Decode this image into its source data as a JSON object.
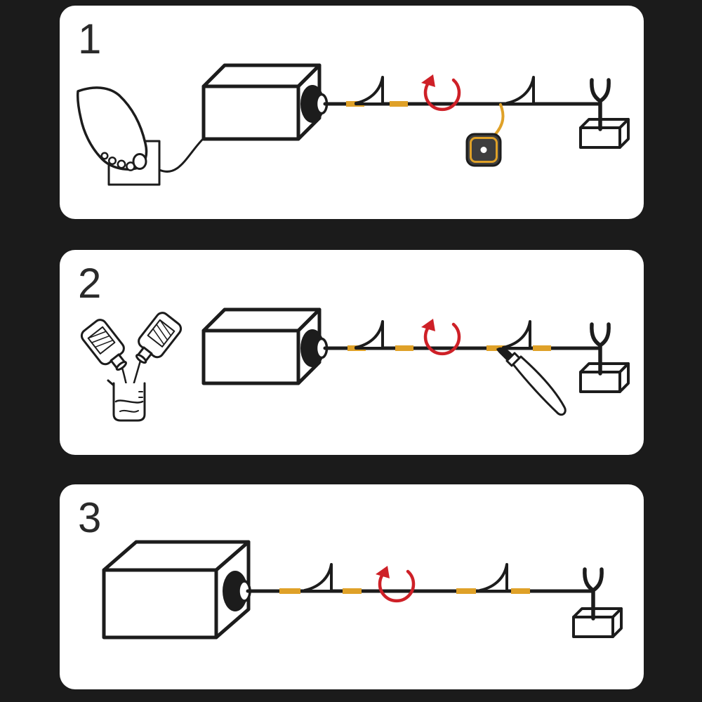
{
  "colors": {
    "background": "#1B1B1B",
    "panel": "#FFFFFF",
    "line": "#1C1C1C",
    "accent": "#DFA128",
    "arrow_red": "#CE2027",
    "tape_body": "#3E3E3E",
    "step_number": "#2A2A2A"
  },
  "steps": [
    {
      "number": "1",
      "icons": [
        "foot-icon",
        "foot-pedal-icon",
        "pedal-cable",
        "drive-motor-icon",
        "drive-shaft",
        "shaft-tape-marks",
        "rod-support-fin-icon",
        "rotation-arrow-icon",
        "tape-measure-icon",
        "fork-rest-icon"
      ]
    },
    {
      "number": "2",
      "icons": [
        "bottle-icon",
        "pour-stream",
        "beaker-icon",
        "drive-motor-icon",
        "drive-shaft",
        "shaft-tape-marks",
        "rod-support-fin-icon",
        "rotation-arrow-icon",
        "paint-brush-icon",
        "fork-rest-icon"
      ]
    },
    {
      "number": "3",
      "icons": [
        "drive-motor-icon",
        "drive-shaft",
        "shaft-tape-marks",
        "rod-support-fin-icon",
        "rotation-arrow-icon",
        "fork-rest-icon"
      ]
    }
  ]
}
